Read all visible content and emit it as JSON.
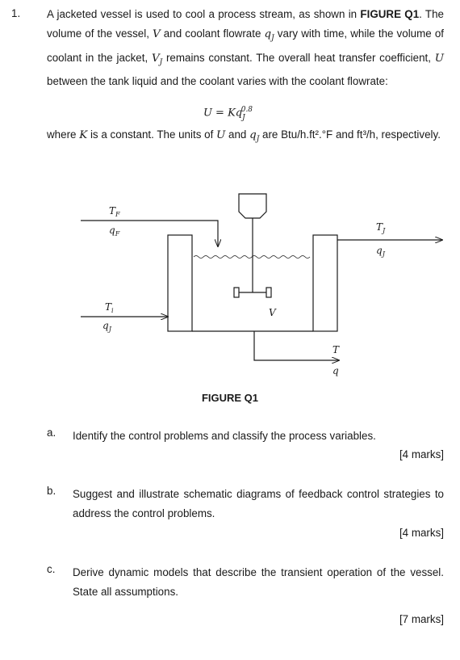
{
  "question": {
    "number": "1.",
    "intro": {
      "t1": "A jacketed vessel is used to cool a process stream, as shown in ",
      "figref": "FIGURE Q1",
      "t2": ". The volume of the vessel, ",
      "v": "V",
      "t3": " and coolant flowrate ",
      "qj": "qJ",
      "t4": " vary with time, while the volume of coolant in the jacket, ",
      "vj": "VJ",
      "t5": " remains constant. The overall heat transfer coefficient, ",
      "u": "U",
      "t6": " between the tank liquid and the coolant varies with the coolant flowrate:"
    },
    "equation": "U = Kq_J^0.8",
    "after_eq": {
      "t1": "where ",
      "k": "K",
      "t2": " is a constant. The units of ",
      "u": "U",
      "t3": " and ",
      "qj": "qJ",
      "t4": " are Btu/h.ft².°F and ft³/h, respectively."
    }
  },
  "figure": {
    "caption": "FIGURE Q1",
    "labels": {
      "tf": "TF",
      "qf": "qF",
      "ti": "Ti",
      "qj_in": "qJ",
      "tj": "TJ",
      "qj_out": "qJ",
      "v": "V",
      "t": "T",
      "q": "q"
    }
  },
  "parts": [
    {
      "label": "a.",
      "text": "Identify the control problems and classify the process variables.",
      "marks": "[4 marks]"
    },
    {
      "label": "b.",
      "text": "Suggest and illustrate schematic diagrams of feedback control strategies to address the control problems.",
      "marks": "[4 marks]"
    },
    {
      "label": "c.",
      "text": "Derive dynamic models that describe the transient operation of the vessel. State all assumptions.",
      "marks": "[7 marks]"
    }
  ]
}
